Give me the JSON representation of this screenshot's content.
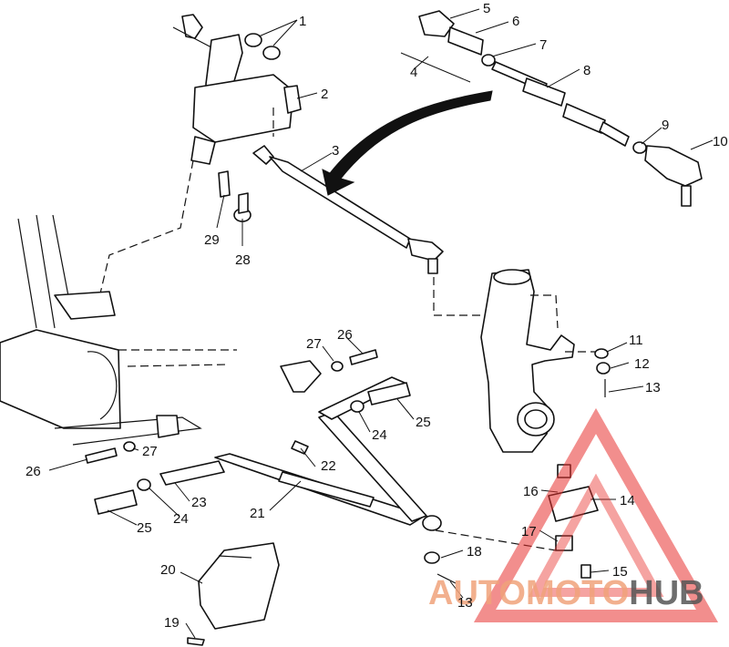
{
  "callouts": {
    "c1": "1",
    "c2": "2",
    "c3": "3",
    "c4": "4",
    "c5": "5",
    "c6": "6",
    "c7": "7",
    "c8": "8",
    "c9": "9",
    "c10": "10",
    "c11": "11",
    "c12": "12",
    "c13a": "13",
    "c13b": "13",
    "c14": "14",
    "c15": "15",
    "c16": "16",
    "c17": "17",
    "c18": "18",
    "c19": "19",
    "c20": "20",
    "c21": "21",
    "c22": "22",
    "c23": "23",
    "c24a": "24",
    "c24b": "24",
    "c25a": "25",
    "c25b": "25",
    "c26a": "26",
    "c26b": "26",
    "c27a": "27",
    "c27b": "27",
    "c28": "28",
    "c29": "29"
  },
  "watermark": {
    "part1": "AUTO",
    "part2": "MOTO",
    "part3": "HUB",
    "color_primary": "#f0a27a",
    "color_dark": "#555555",
    "triangle_color": "#e8322f"
  }
}
